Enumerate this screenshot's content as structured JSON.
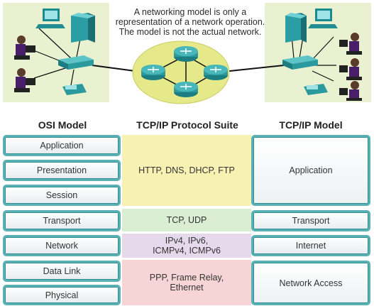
{
  "caption": {
    "line1": "A networking model is only a",
    "line2": "representation of a network operation.",
    "line3": "The model is not the actual network."
  },
  "headers": {
    "osi": "OSI Model",
    "suite": "TCP/IP Protocol  Suite",
    "tcpip": "TCP/IP Model"
  },
  "osi_layers": [
    "Application",
    "Presentation",
    "Session",
    "Transport",
    "Network",
    "Data Link",
    "Physical"
  ],
  "protocols": {
    "application": "HTTP, DNS, DHCP, FTP",
    "transport": "TCP, UDP",
    "internet_line1": "IPv4, IPv6,",
    "internet_line2": "ICMPv4, ICMPv6",
    "network_access_line1": "PPP, Frame Relay,",
    "network_access_line2": "Ethernet"
  },
  "tcpip_layers": {
    "application": "Application",
    "transport": "Transport",
    "internet": "Internet",
    "network_access": "Network Access"
  },
  "colors": {
    "application_band": "#f8f1b4",
    "transport_band": "#d9eed3",
    "internet_band": "#e6d9ec",
    "network_access_band": "#f7d5d7",
    "layer_border": "#5bb0b3",
    "panel": "#e9f1d1",
    "router": "#2b8f93",
    "cloud": "#e6e98a"
  }
}
